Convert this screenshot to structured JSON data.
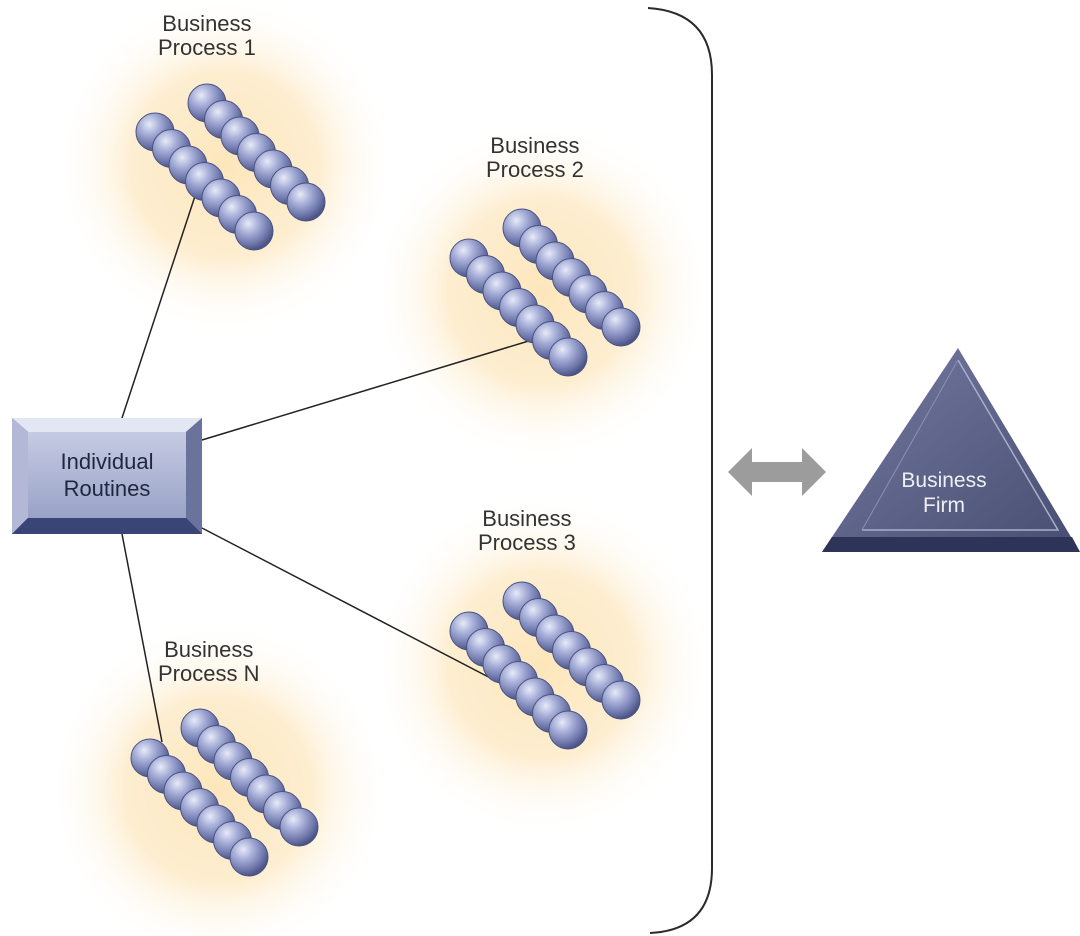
{
  "processes": [
    {
      "id": "p1",
      "label": "Business\nProcess 1"
    },
    {
      "id": "p2",
      "label": "Business\nProcess 2"
    },
    {
      "id": "p3",
      "label": "Business\nProcess 3"
    },
    {
      "id": "pn",
      "label": "Business\nProcess N"
    }
  ],
  "routines_box": {
    "label": "Individual\nRoutines"
  },
  "firm": {
    "label": "Business\nFirm"
  },
  "arrow": {
    "type": "bidirectional"
  },
  "colors": {
    "sphere": "#8e97c6",
    "box": "#9ca5c8",
    "triangle": "#5a6184",
    "arrow": "#999999",
    "glow": "#fde6bb"
  }
}
